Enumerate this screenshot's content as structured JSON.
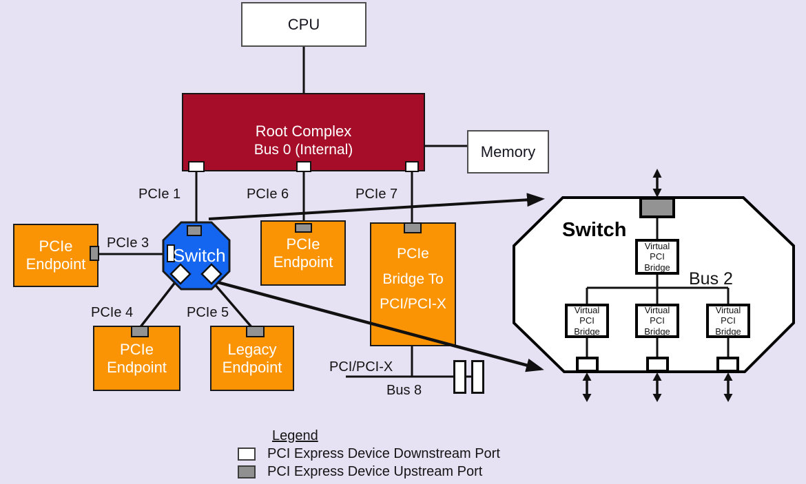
{
  "colors": {
    "background": "#E6E1F3",
    "root_complex_red": "#A50D28",
    "endpoint_orange": "#FB9405",
    "switch_blue": "#1465F0",
    "upstream_port_gray": "#909090",
    "downstream_port_white": "#FFFFFF",
    "line_black": "#111111"
  },
  "nodes": {
    "cpu": {
      "label": "CPU"
    },
    "root_complex": {
      "title": "Root Complex",
      "subtitle": "Bus 0 (Internal)"
    },
    "memory": {
      "label": "Memory"
    },
    "switch": {
      "label": "Switch"
    },
    "endpoint_left": {
      "line1": "PCIe",
      "line2": "Endpoint"
    },
    "endpoint_mid": {
      "line1": "PCIe",
      "line2": "Endpoint"
    },
    "bridge": {
      "line1": "PCIe",
      "line2": "Bridge To",
      "line3": "PCI/PCI-X"
    },
    "endpoint_bottom": {
      "line1": "PCIe",
      "line2": "Endpoint"
    },
    "legacy_endpoint": {
      "line1": "Legacy",
      "line2": "Endpoint"
    }
  },
  "labels": {
    "pcie1": "PCIe 1",
    "pcie3": "PCIe 3",
    "pcie4": "PCIe 4",
    "pcie5": "PCIe 5",
    "pcie6": "PCIe 6",
    "pcie7": "PCIe 7",
    "pci_pcix": "PCI/PCI-X",
    "bus8": "Bus 8"
  },
  "switch_detail": {
    "title": "Switch",
    "bus_label": "Bus 2",
    "upstream_bridge": {
      "line1": "Virtual",
      "line2": "PCI",
      "line3": "Bridge"
    },
    "downstream_bridges": [
      {
        "line1": "Virtual",
        "line2": "PCI",
        "line3": "Bridge"
      },
      {
        "line1": "Virtual",
        "line2": "PCI",
        "line3": "Bridge"
      },
      {
        "line1": "Virtual",
        "line2": "PCI",
        "line3": "Bridge"
      }
    ]
  },
  "legend": {
    "title": "Legend",
    "items": [
      {
        "color": "#FFFFFF",
        "label": "PCI Express Device Downstream Port"
      },
      {
        "color": "#909090",
        "label": "PCI Express Device Upstream Port"
      }
    ]
  }
}
